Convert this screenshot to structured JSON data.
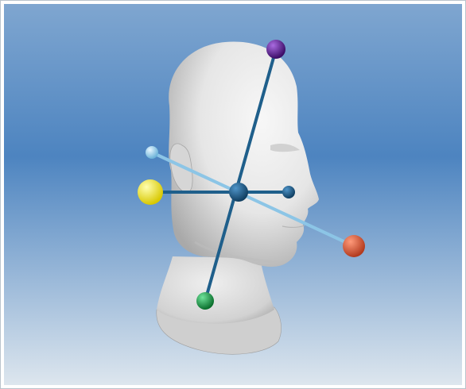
{
  "scene": {
    "background": {
      "top_color": "#7fa6d0",
      "mid_color": "#4d84c0",
      "bottom_color": "#dde6ee"
    },
    "head": {
      "skin_color": "#e6e6e6",
      "shade_color": "#a9a9a9",
      "highlight_color": "#f7f7f7"
    },
    "axes": [
      {
        "name": "vertical-axis",
        "color": "#1f5f8b",
        "end_a_color": "#5b1b8f",
        "end_b_color": "#18a04a"
      },
      {
        "name": "fore-aft-axis",
        "color": "#8cc5e6",
        "end_a_color": "#9fd3ee",
        "end_b_color": "#e2583c"
      },
      {
        "name": "lateral-axis",
        "color": "#1f5f8b",
        "end_a_color": "#f5ee1a",
        "end_b_color": "#1f5f8b"
      }
    ],
    "center_color": "#1c5a86",
    "icons": [
      "head-model",
      "axis-pivot",
      "sphere-handle"
    ]
  }
}
